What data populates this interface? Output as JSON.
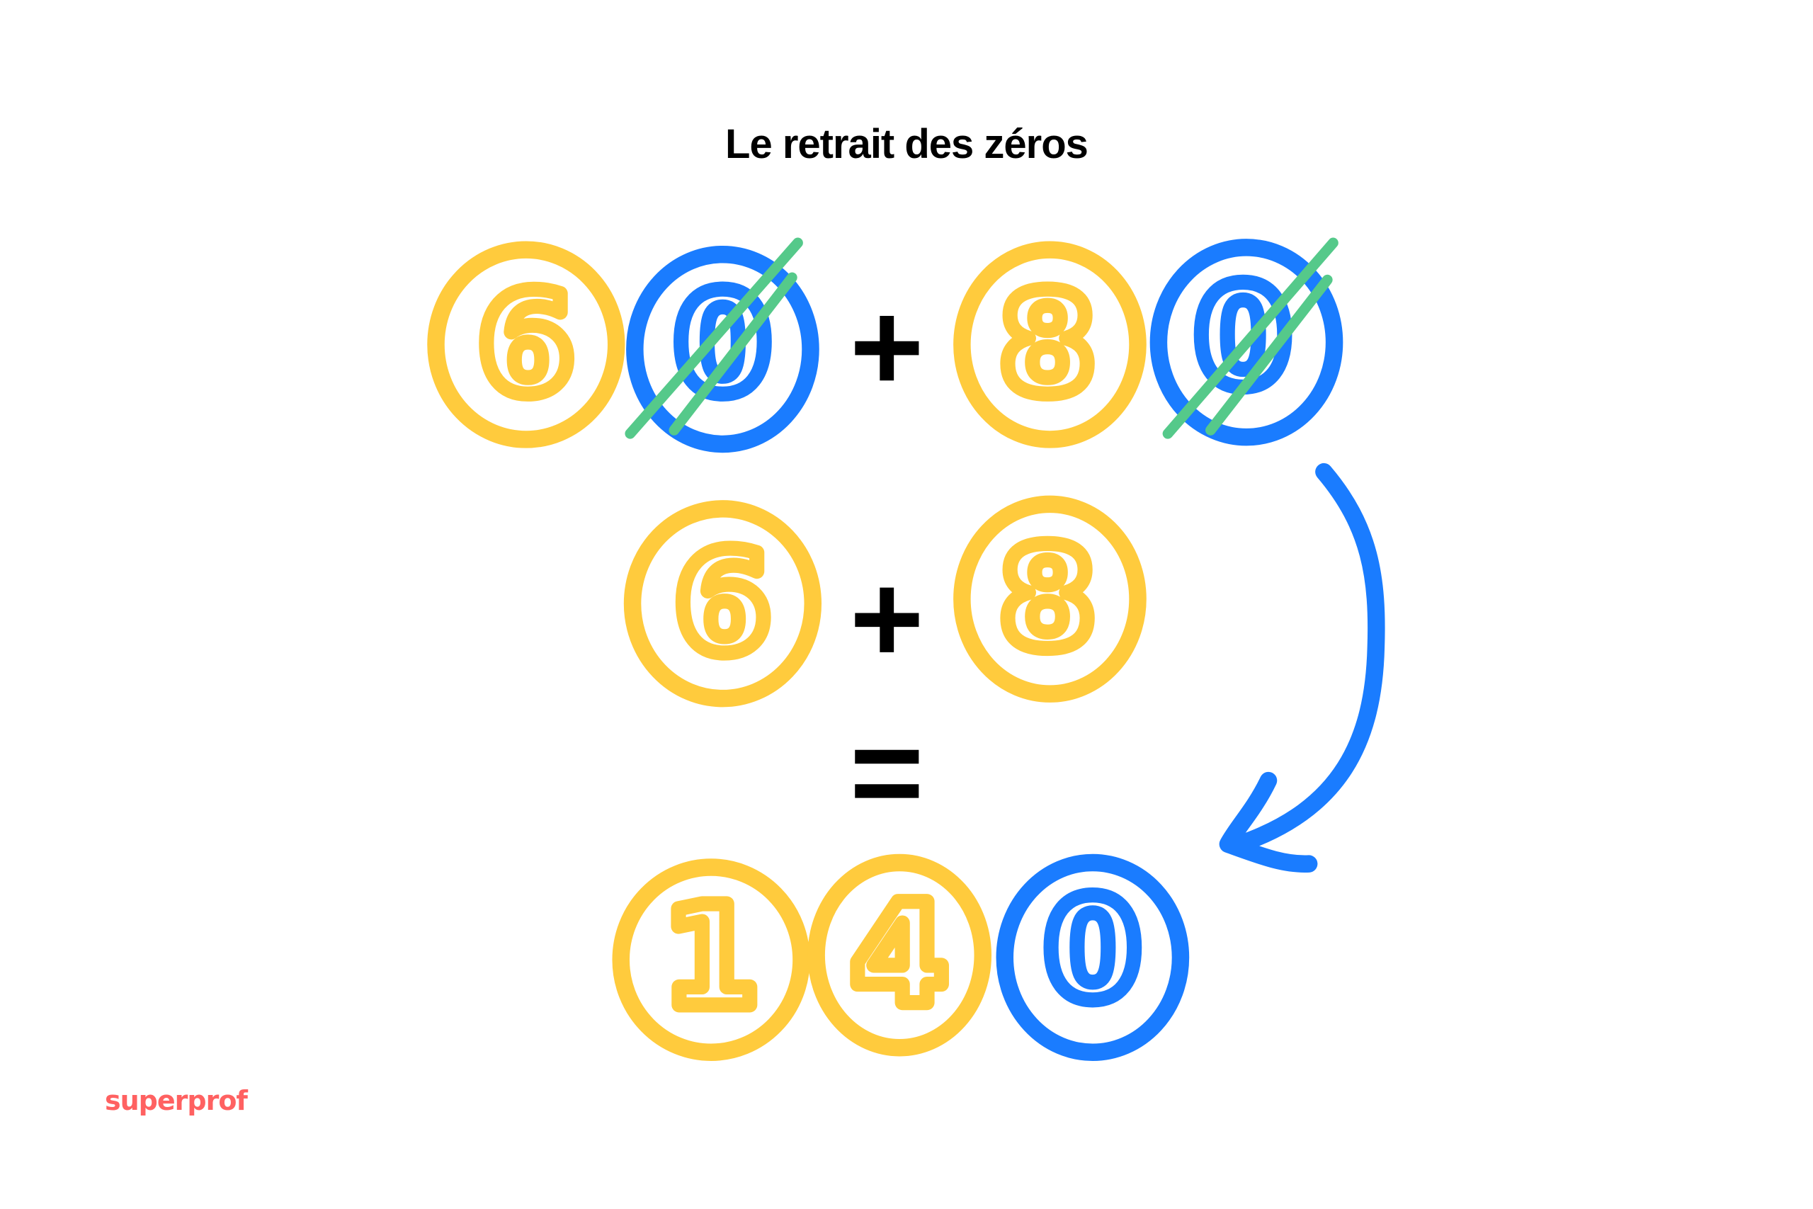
{
  "title": "Le retrait des zéros",
  "logo": "superprof",
  "colors": {
    "yellow": "#ffcb3d",
    "blue": "#1a7cff",
    "green": "#55c98a",
    "brand": "#ff6161"
  },
  "row1": {
    "a_digit": "6",
    "a_zero": "0",
    "op": "+",
    "b_digit": "8",
    "b_zero": "0"
  },
  "row2": {
    "a": "6",
    "op": "+",
    "b": "8"
  },
  "equals": "=",
  "result": {
    "d1": "1",
    "d2": "4",
    "zero": "0"
  }
}
